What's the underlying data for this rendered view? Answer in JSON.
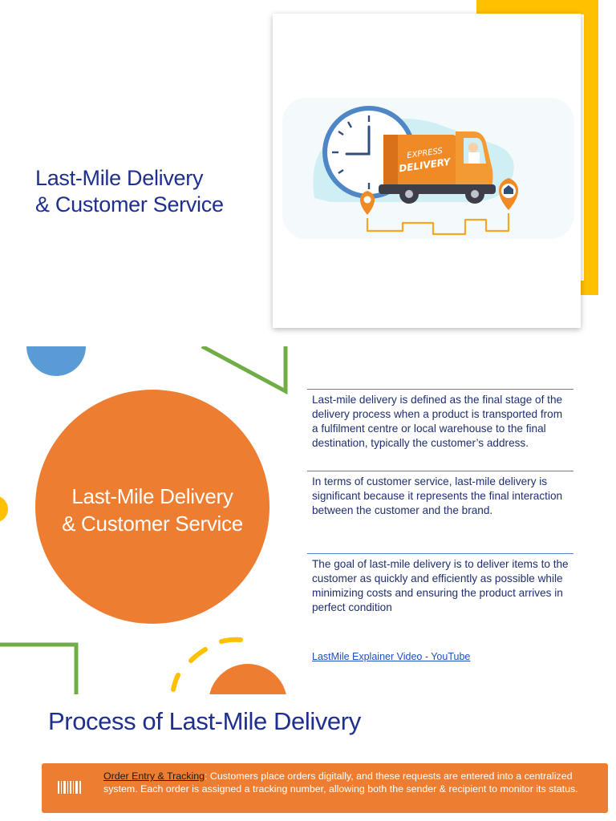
{
  "slide1": {
    "title_line1": "Last-Mile Delivery",
    "title_line2": "& Customer Service",
    "illustration": {
      "van_text_line1": "EXPRESS",
      "van_text_line2": "DELIVERY",
      "icons": [
        "clock-icon",
        "delivery-van-icon",
        "location-pin-icon",
        "home-pin-icon"
      ]
    }
  },
  "slide2": {
    "circle_title_line1": "Last-Mile Delivery",
    "circle_title_line2": "& Customer Service",
    "paragraphs": [
      "Last-mile delivery is defined as the final stage of the delivery process when a product is transported from a fulfilment centre or local warehouse to the final destination, typically the customer’s address.",
      "In terms of customer service, last-mile delivery is significant because it represents the final interaction between the customer and the brand.",
      "The goal of last-mile delivery is to deliver items to the customer as quickly and efficiently as possible while minimizing costs and ensuring the product arrives in perfect condition"
    ],
    "link_text": "LastMile Explainer Video - YouTube"
  },
  "slide3": {
    "title": "Process of Last-Mile Delivery",
    "steps": [
      {
        "label": "Order Entry & Tracking",
        "text": ": Customers place orders digitally, and these requests are entered into a centralized system. Each order is assigned a tracking number, allowing both the sender & recipient to monitor its status.",
        "icon": "barcode-icon"
      }
    ]
  },
  "colors": {
    "navy": "#1F2F8F",
    "orange": "#ED7D31",
    "yellow": "#FFC000",
    "blue": "#5B9BD5",
    "green": "#70AD47"
  }
}
